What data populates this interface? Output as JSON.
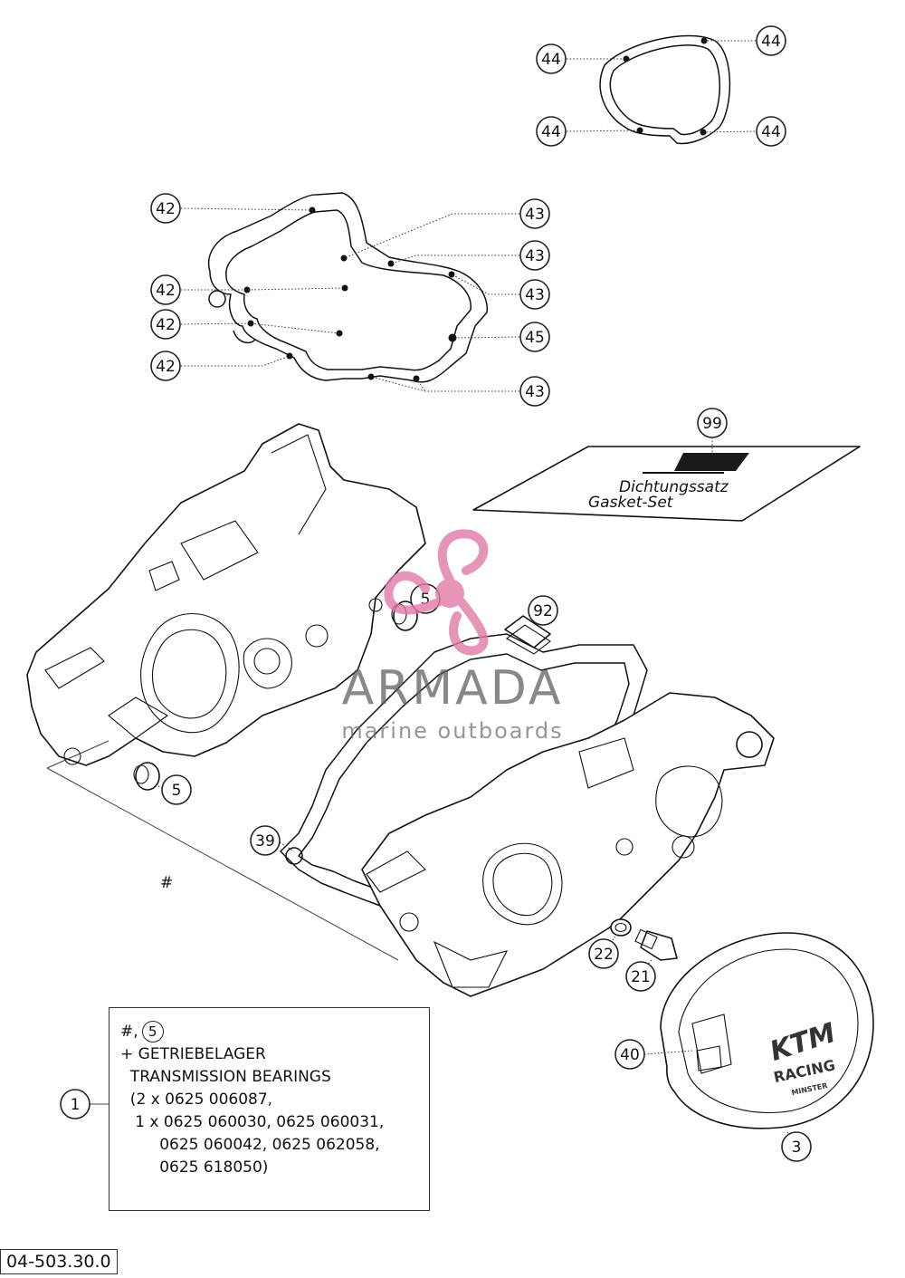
{
  "callouts": {
    "c44a": "44",
    "c44b": "44",
    "c44c": "44",
    "c44d": "44",
    "c42a": "42",
    "c42b": "42",
    "c42c": "42",
    "c42d": "42",
    "c43a": "43",
    "c43b": "43",
    "c43c": "43",
    "c43d": "43",
    "c45": "45",
    "c99": "99",
    "c5a": "5",
    "c5b": "5",
    "c92": "92",
    "c39": "39",
    "c22": "22",
    "c21": "21",
    "c40": "40",
    "c3": "3",
    "c1": "1",
    "hash": "#"
  },
  "note": {
    "line1_prefix": "#,",
    "line1_circle": "5",
    "line2": "+ GETRIEBELAGER",
    "line3": "  TRANSMISSION BEARINGS",
    "line4": "  (2 x 0625 006087,",
    "line5": "   1 x 0625 060030, 0625 060031,",
    "line6": "        0625 060042, 0625 062058,",
    "line7": "        0625 618050)"
  },
  "reference_code": "04-503.30.0",
  "cover_logo": {
    "line1": "KTM",
    "line2": "RACING",
    "line3": "MINSTER"
  },
  "gasket_pack": {
    "line1": "Dichtungssatz",
    "line2": "Gasket-Set"
  },
  "watermark": {
    "title": "ARMADA",
    "subtitle": "marine outboards",
    "logo": "armada-propeller-logo",
    "logo_color": "#e07aa6"
  }
}
